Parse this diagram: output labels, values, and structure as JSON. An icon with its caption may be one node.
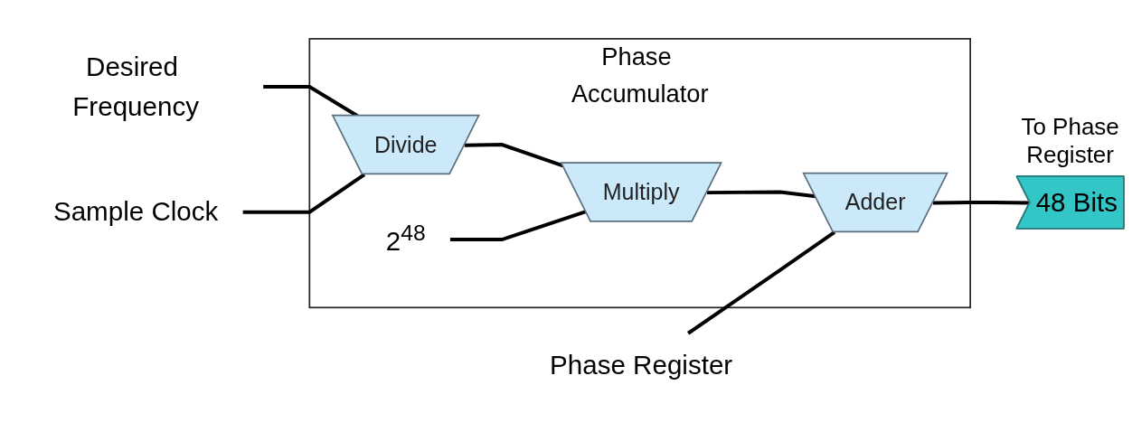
{
  "diagram": {
    "nodes": [
      {
        "text": [
          "Phase Accumulator"
        ]
      },
      {
        "text": [
          "Desired Frequency"
        ]
      },
      {
        "text": [
          "Sample Clock"
        ]
      },
      {
        "text": [
          "Phase Register"
        ]
      },
      {
        "text": [
          "Divide"
        ],
        "in": 0
      },
      {
        "text": [
          "Multiply"
        ],
        "in": 0
      },
      {
        "text": [
          "2$^{48}$"
        ],
        "in": 0
      },
      {
        "text": [
          "Adder"
        ],
        "in": 0
      },
      {
        "text": [
          "48 Bits"
        ],
        "beside": [
          "To Phase Register"
        ]
      }
    ],
    "edges": [
      {
        "from": 1,
        "to": 4,
        "arrow": "none"
      },
      {
        "from": 2,
        "to": 4,
        "arrow": "none"
      },
      {
        "from": 4,
        "to": 5,
        "arrow": "none"
      },
      {
        "from": 6,
        "to": 5,
        "arrow": "none"
      },
      {
        "from": 5,
        "to": 7,
        "arrow": "none"
      },
      {
        "from": 3,
        "to": 7,
        "arrow": "none"
      },
      {
        "from": 7,
        "to": 8,
        "arrow": "none"
      }
    ]
  }
}
